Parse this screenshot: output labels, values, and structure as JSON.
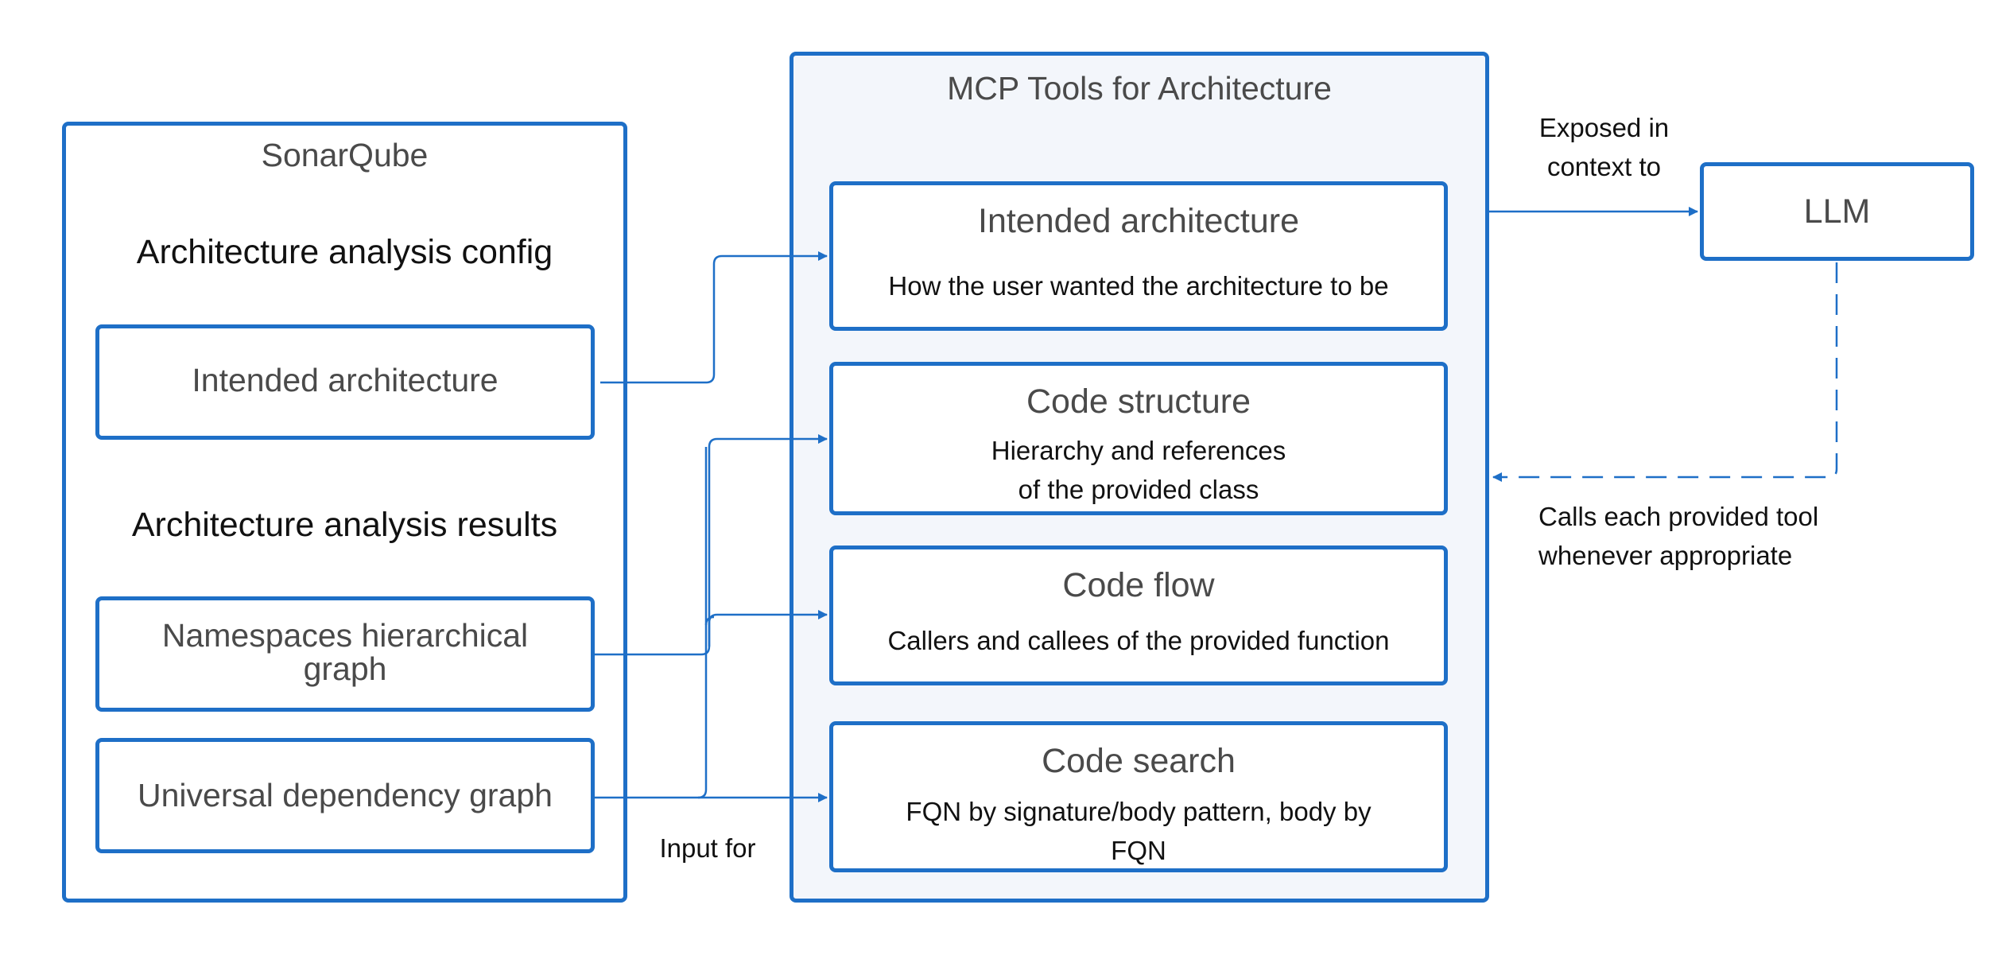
{
  "sonarqube": {
    "title": "SonarQube",
    "config_heading": "Architecture analysis config",
    "results_heading": "Architecture analysis results",
    "intended_architecture": "Intended architecture",
    "namespaces_graph": "Namespaces hierarchical\ngraph",
    "universal_graph": "Universal dependency graph"
  },
  "mcp": {
    "title": "MCP Tools for Architecture",
    "tools": [
      {
        "title": "Intended architecture",
        "desc": "How the user wanted the architecture to be"
      },
      {
        "title": "Code structure",
        "desc": "Hierarchy and references\nof the provided class"
      },
      {
        "title": "Code flow",
        "desc": "Callers and callees of the provided function"
      },
      {
        "title": "Code search",
        "desc": "FQN by signature/body pattern, body by\nFQN"
      }
    ]
  },
  "llm": {
    "label": "LLM"
  },
  "labels": {
    "input_for": "Input for",
    "exposed": "Exposed in\ncontext to",
    "calls": "Calls each provided tool\nwhenever appropriate"
  },
  "colors": {
    "accent": "#1e6fc7",
    "panel_bg": "#f3f6fb"
  }
}
